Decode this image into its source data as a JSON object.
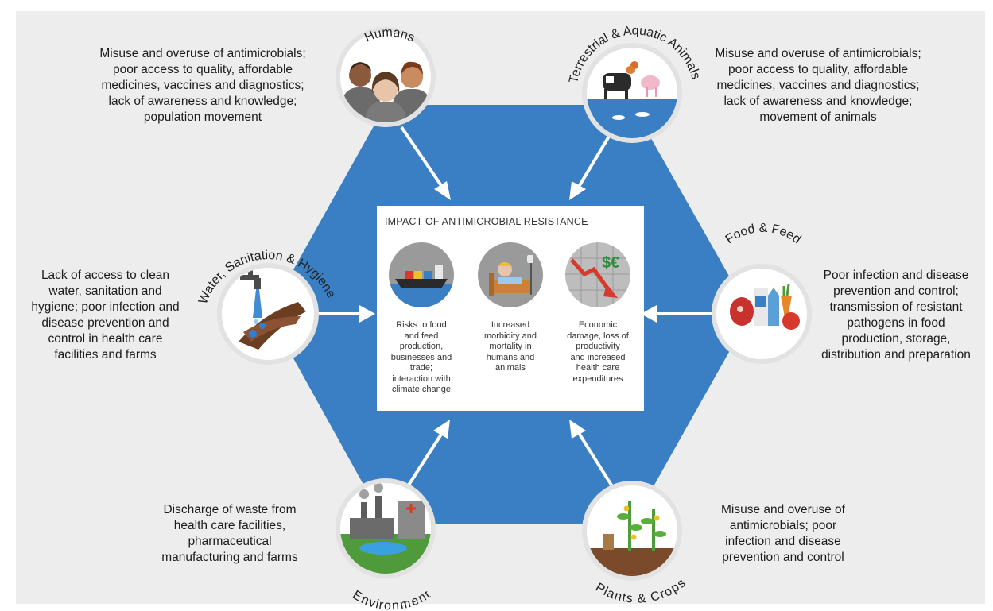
{
  "impact": {
    "title": "IMPACT OF ANTIMICROBIAL RESISTANCE",
    "items": [
      {
        "text": "Risks to food\nand feed\nproduction,\nbusinesses and\ntrade;\ninteraction with\nclimate change",
        "icon": "cargo-ship-icon"
      },
      {
        "text": "Increased\nmorbidity and\nmortality in\nhumans and\nanimals",
        "icon": "hospital-patient-icon"
      },
      {
        "text": "Economic\ndamage, loss of\nproductivity\nand increased\nhealth care\nexpenditures",
        "icon": "falling-currency-chart-icon",
        "symbol": "$€"
      }
    ]
  },
  "sectors": {
    "humans": {
      "label": "Humans",
      "desc": "Misuse and overuse of antimicrobials;\npoor access to quality, affordable\nmedicines, vaccines and diagnostics;\nlack of awareness and knowledge;\npopulation movement",
      "icon": "people-icon"
    },
    "animals": {
      "label": "Terrestrial & Aquatic Animals",
      "desc": "Misuse and overuse of antimicrobials;\npoor access to quality, affordable\nmedicines, vaccines and diagnostics;\nlack of awareness and knowledge;\nmovement of animals",
      "icon": "farm-animals-fish-icon"
    },
    "food": {
      "label": "Food & Feed",
      "desc": "Poor infection and disease\nprevention and control;\ntransmission of resistant\npathogens in food\nproduction, storage,\ndistribution and preparation",
      "icon": "food-items-icon"
    },
    "plants": {
      "label": "Plants & Crops",
      "desc": "Misuse and overuse of\nantimicrobials; poor\ninfection and disease\nprevention and control",
      "icon": "crops-icon"
    },
    "environment": {
      "label": "Environment",
      "desc": "Discharge of waste from\nhealth care facilities,\npharmaceutical\nmanufacturing and farms",
      "icon": "factory-hospital-icon"
    },
    "wash": {
      "label": "Water, Sanitation & Hygiene",
      "desc": "Lack of access to clean\nwater, sanitation and\nhygiene; poor infection and\ndisease prevention and\ncontrol in health care\nfacilities and farms",
      "icon": "handwashing-icon"
    }
  },
  "colors": {
    "hexagon": "#3a7fc4",
    "background": "#ededed",
    "circle_border": "#e2e2e2",
    "arrow": "#ffffff"
  }
}
